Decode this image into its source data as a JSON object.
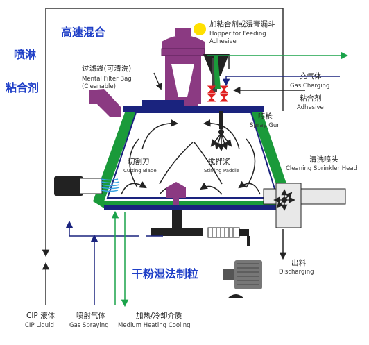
{
  "headings": {
    "high_speed_mixing": "高速混合",
    "spray": "喷淋",
    "binder": "粘合剂",
    "dry_powder_wet_granulation": "干粉湿法制粒"
  },
  "labels": {
    "hopper_zh": "加粘合剂或浸膏漏斗",
    "hopper_en_1": "Hopper for Feeding",
    "hopper_en_2": "Adhesive",
    "filter_zh": "过滤袋(可清洗)",
    "filter_en_1": "Mental Filter Bag",
    "filter_en_2": "(Cleanable)",
    "inflate_zh": "充气体",
    "inflate_en": "Gas Charging",
    "adhesive_zh": "粘合剂",
    "adhesive_en": "Adhesive",
    "spray_gun_zh": "喷枪",
    "spray_gun_en": "Spray Gun",
    "cutting_zh": "切割刀",
    "cutting_en": "Cutting Blade",
    "stirring_zh": "搅拌桨",
    "stirring_en": "Stirring Paddle",
    "cleaning_zh": "清洗喷头",
    "cleaning_en": "Cleaning Sprinkler Head",
    "discharge_zh": "出料",
    "discharge_en": "Discharging",
    "cip_zh": "CIP  液体",
    "cip_en": "CIP Liquid",
    "spray_gas_zh": "喷射气体",
    "spray_gas_en": "Gas Spraying",
    "heating_zh": "加热/冷却介质",
    "heating_en": "Medium Heating Cooling"
  },
  "colors": {
    "outline": "#333333",
    "body_green": "#1a9a3a",
    "purple": "#8b3a82",
    "dark_blue": "#1a237e",
    "heading_blue": "#1f3fc7",
    "gas_blue": "#2a5bd7",
    "outlet_green": "#1aa34a",
    "valve_red": "#e02020",
    "pipe_gray": "#e8e8e8",
    "yellow": "#ffe000"
  }
}
